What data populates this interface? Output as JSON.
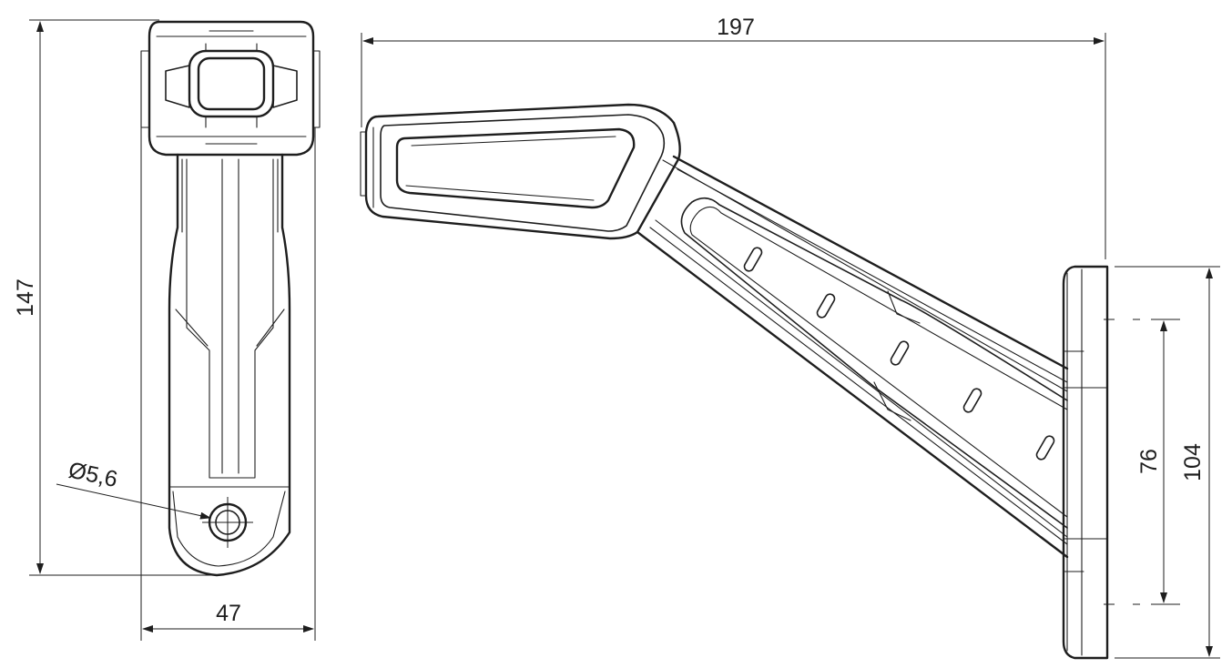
{
  "drawing": {
    "dimensions": {
      "height": "147",
      "width": "47",
      "hole_diameter": "Ø5,6",
      "length": "197",
      "inner_spacing": "76",
      "outer_spacing": "104"
    }
  }
}
